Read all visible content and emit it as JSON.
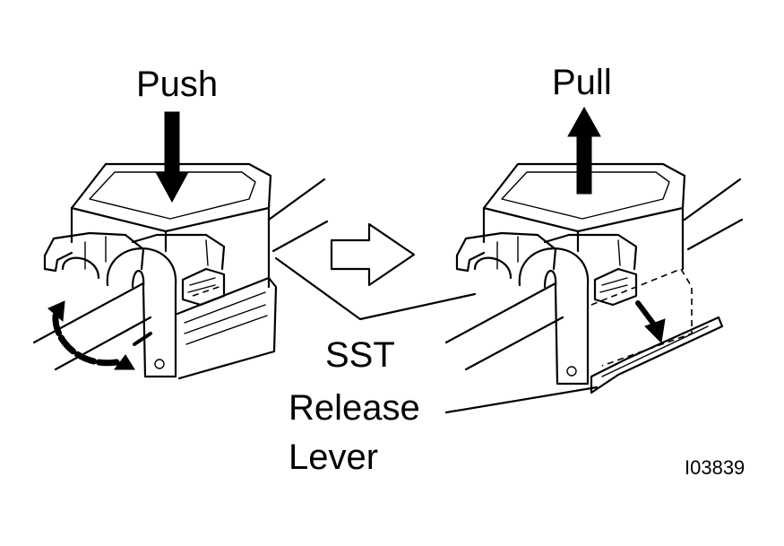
{
  "labels": {
    "push": "Push",
    "pull": "Pull",
    "sst": "SST",
    "release": "Release",
    "lever": "Lever",
    "figure_id": "I03839"
  },
  "icons": {
    "push_arrow": "arrow-down",
    "pull_arrow": "arrow-up",
    "step_arrow": "hollow-arrow-right",
    "rotate_arrow": "curved-arrow",
    "lever_arrow": "arrow-down"
  },
  "colors": {
    "ink": "#000000",
    "paper": "#ffffff"
  }
}
